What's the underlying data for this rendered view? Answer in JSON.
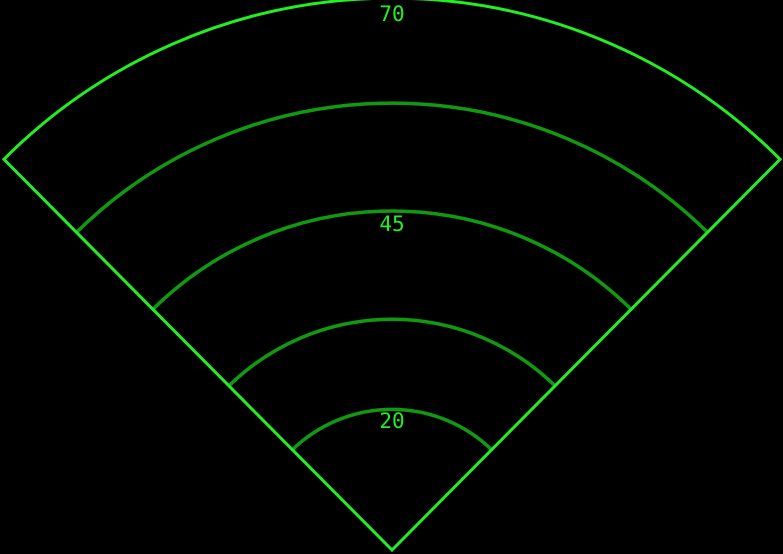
{
  "colors": {
    "background": "#000000",
    "outline": "#22ee22",
    "ring": "#119911",
    "label": "#22ee22"
  },
  "ring_labels": {
    "outer": "70",
    "middle": "45",
    "inner": "20"
  }
}
